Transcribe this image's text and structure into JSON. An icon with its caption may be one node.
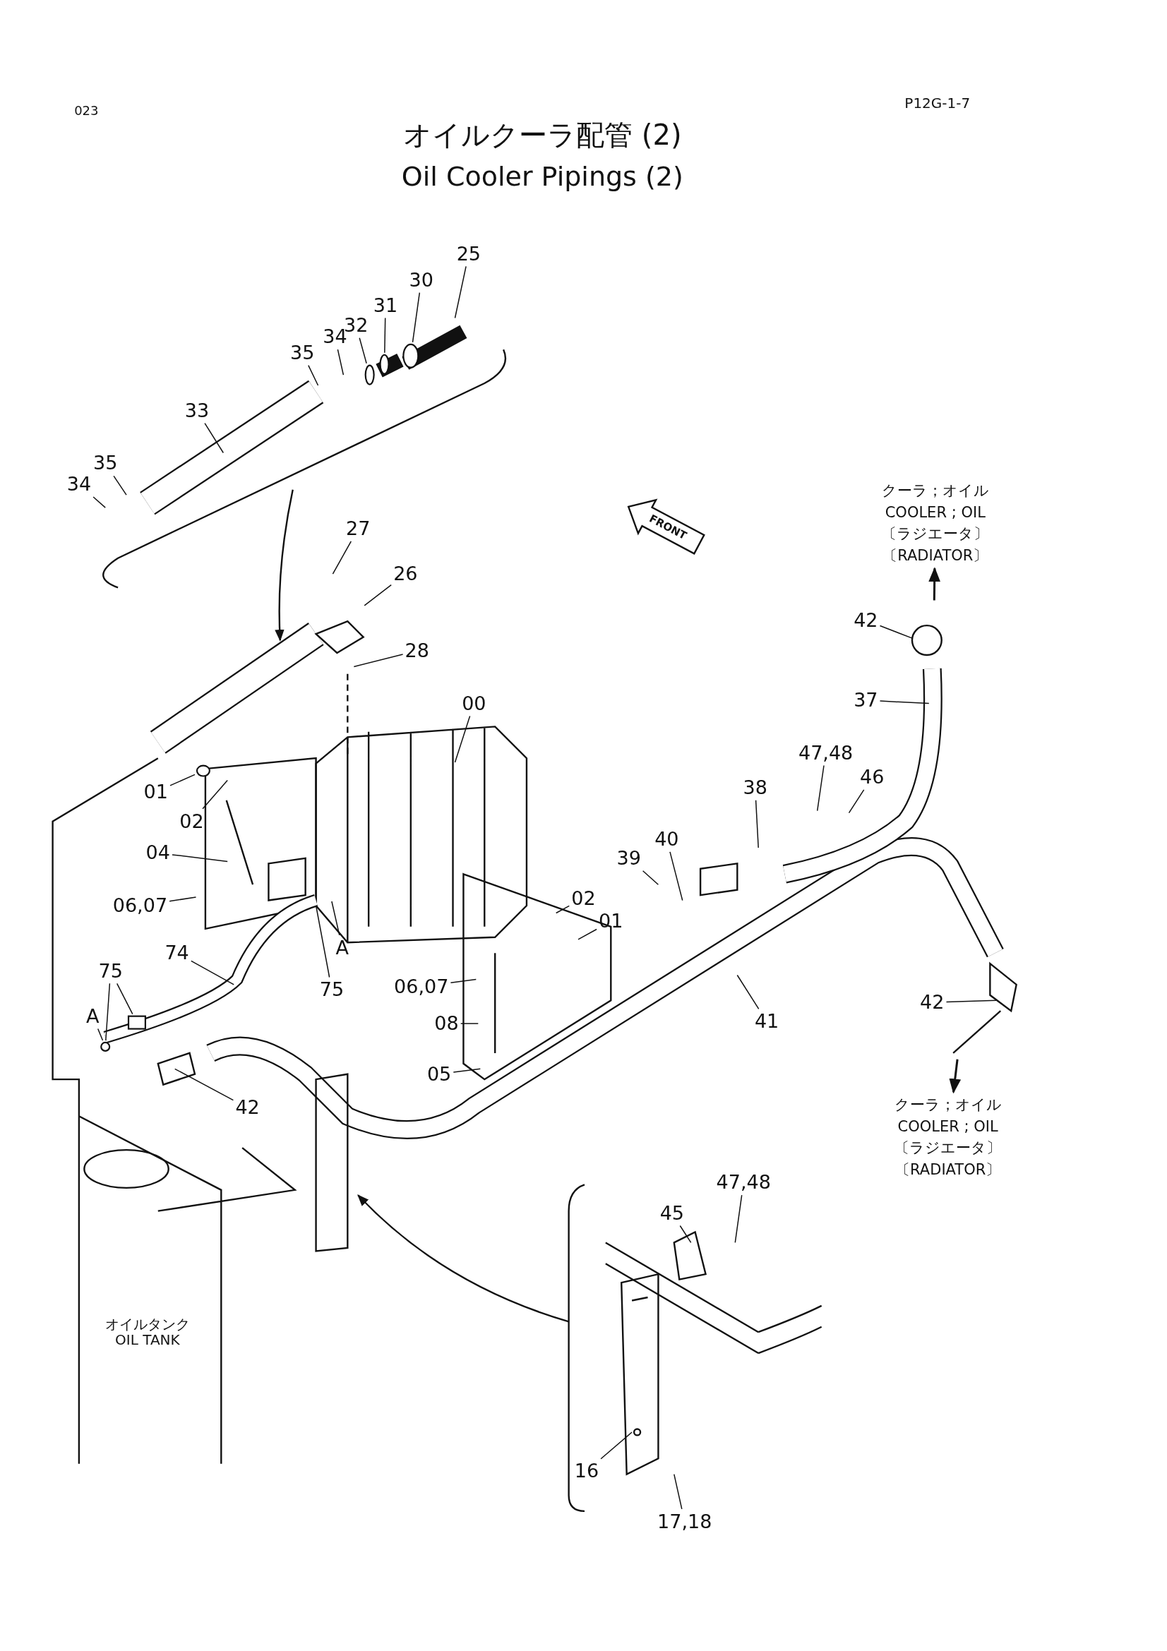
{
  "diagram": {
    "title": "オイルクーラ配管 (2)",
    "nodes": [
      {
        "text": [
          "25"
        ]
      },
      {
        "text": [
          "30"
        ]
      },
      {
        "text": [
          "31"
        ]
      },
      {
        "text": [
          "32"
        ]
      },
      {
        "text": [
          "34"
        ]
      },
      {
        "text": [
          "35"
        ]
      },
      {
        "text": [
          "33"
        ]
      },
      {
        "text": [
          "35"
        ]
      },
      {
        "text": [
          "34"
        ]
      },
      {
        "text": [
          "クーラ；オイル",
          "COOLER ; OIL",
          "〔ラジエータ〕",
          "〔RADIATOR〕"
        ]
      },
      {
        "text": [
          "27"
        ]
      },
      {
        "text": [
          "26"
        ]
      },
      {
        "text": [
          "42"
        ]
      },
      {
        "text": [
          "28"
        ]
      },
      {
        "text": [
          "37"
        ]
      },
      {
        "text": [
          "00"
        ]
      },
      {
        "text": [
          "47,48"
        ]
      },
      {
        "text": [
          "46"
        ]
      },
      {
        "text": [
          "38"
        ]
      },
      {
        "text": [
          "01"
        ]
      },
      {
        "text": [
          "02"
        ]
      },
      {
        "text": [
          "04"
        ]
      },
      {
        "text": [
          "40"
        ]
      },
      {
        "text": [
          "39"
        ]
      },
      {
        "text": [
          "06,07"
        ]
      },
      {
        "text": [
          "02"
        ]
      },
      {
        "text": [
          "01"
        ]
      },
      {
        "text": [
          "74"
        ]
      },
      {
        "text": [
          "A"
        ]
      },
      {
        "text": [
          "75"
        ]
      },
      {
        "text": [
          "75"
        ]
      },
      {
        "text": [
          "06,07"
        ]
      },
      {
        "text": [
          "42"
        ]
      },
      {
        "text": [
          "A"
        ]
      },
      {
        "text": [
          "41"
        ]
      },
      {
        "text": [
          "08"
        ]
      },
      {
        "text": [
          "05"
        ]
      },
      {
        "text": [
          "42"
        ]
      },
      {
        "text": [
          "クーラ；オイル",
          "COOLER ; OIL",
          "〔ラジエータ〕",
          "〔RADIATOR〕"
        ]
      },
      {
        "text": [
          "47,48"
        ]
      },
      {
        "text": [
          "45"
        ]
      },
      {
        "text": [
          "16"
        ]
      },
      {
        "text": [
          "17,18"
        ]
      },
      {
        "text": [],
        "shape": "circle"
      },
      {
        "text": [],
        "shape": "circle"
      },
      {
        "text": [],
        "shape": "circle"
      },
      {
        "text": [],
        "shape": "box"
      },
      {
        "text": [],
        "shape": "circle"
      },
      {
        "text": [],
        "shape": "circle"
      }
    ],
    "edges": [
      {
        "from": 0,
        "to": null,
        "arrow": "none"
      },
      {
        "from": 1,
        "to": 43,
        "arrow": "none"
      },
      {
        "from": 2,
        "to": 44,
        "arrow": "none"
      },
      {
        "from": 3,
        "to": 48,
        "arrow": "none"
      },
      {
        "from": 4,
        "to": null,
        "arrow": "none"
      },
      {
        "from": 5,
        "to": null,
        "arrow": "none"
      },
      {
        "from": 6,
        "to": null,
        "arrow": "none"
      },
      {
        "from": 7,
        "to": null,
        "arrow": "none"
      },
      {
        "from": 8,
        "to": null,
        "arrow": "none"
      },
      {
        "from": null,
        "to": 9,
        "arrow": "to"
      },
      {
        "from": 10,
        "to": null,
        "arrow": "none"
      },
      {
        "from": 11,
        "to": null,
        "arrow": "none"
      },
      {
        "from": 12,
        "to": null,
        "arrow": "none"
      },
      {
        "from": 13,
        "to": null,
        "arrow": "none"
      },
      {
        "from": 14,
        "to": null,
        "arrow": "none"
      },
      {
        "from": 15,
        "to": null,
        "arrow": "none"
      },
      {
        "from": 16,
        "to": null,
        "arrow": "none"
      },
      {
        "from": 17,
        "to": null,
        "arrow": "none"
      },
      {
        "from": 18,
        "to": null,
        "arrow": "none"
      },
      {
        "from": 19,
        "to": 45,
        "arrow": "none"
      },
      {
        "from": 20,
        "to": null,
        "arrow": "none"
      },
      {
        "from": 21,
        "to": null,
        "arrow": "none"
      },
      {
        "from": 22,
        "to": null,
        "arrow": "none"
      },
      {
        "from": 23,
        "to": null,
        "arrow": "none"
      },
      {
        "from": 24,
        "to": null,
        "arrow": "none"
      },
      {
        "from": 25,
        "to": null,
        "arrow": "none"
      },
      {
        "from": 26,
        "to": null,
        "arrow": "none"
      },
      {
        "from": 27,
        "to": null,
        "arrow": "none"
      },
      {
        "from": 28,
        "to": null,
        "arrow": "none"
      },
      {
        "from": 29,
        "to": null,
        "arrow": "none"
      },
      {
        "from": 30,
        "to": 47,
        "arrow": "none"
      },
      {
        "from": 30,
        "to": 46,
        "arrow": "none"
      },
      {
        "from": 31,
        "to": null,
        "arrow": "none"
      },
      {
        "from": 32,
        "to": null,
        "arrow": "none"
      },
      {
        "from": 33,
        "to": 47,
        "arrow": "none"
      },
      {
        "from": 34,
        "to": null,
        "arrow": "none"
      },
      {
        "from": 35,
        "to": null,
        "arrow": "none"
      },
      {
        "from": 36,
        "to": null,
        "arrow": "none"
      },
      {
        "from": 37,
        "to": null,
        "arrow": "none"
      },
      {
        "from": null,
        "to": 38,
        "arrow": "to"
      },
      {
        "from": 39,
        "to": null,
        "arrow": "none"
      },
      {
        "from": 40,
        "to": null,
        "arrow": "none"
      },
      {
        "from": 41,
        "to": null,
        "arrow": "none"
      },
      {
        "from": 42,
        "to": null,
        "arrow": "none"
      }
    ],
    "labels": [
      "P12G-1-7",
      "023",
      "Oil Cooler Pipings (2)",
      "FRONT",
      "オイルタンク OIL TANK"
    ]
  }
}
